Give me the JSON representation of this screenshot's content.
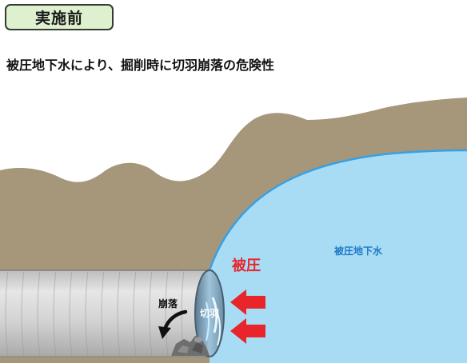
{
  "badge": {
    "label": "実施前",
    "fill_color": "#dff0cf",
    "border_color": "#2f3c2f"
  },
  "headline": "被圧地下水により、掘削時に切羽崩落の危険性",
  "diagram": {
    "groundwater_label": "被圧地下水",
    "pressure_label": "被圧",
    "face_label": "切羽",
    "collapse_label": "崩落",
    "colors": {
      "soil": "#a6977b",
      "water": "#a8dcf5",
      "water_edge": "#3aa0e0",
      "tunnel": "#d9d9d9",
      "pressure": "#e8252a",
      "label_blue": "#1e78c8"
    },
    "icons": [
      "pressure-arrow-icon",
      "collapse-arrow-icon",
      "rubble-icon"
    ]
  }
}
